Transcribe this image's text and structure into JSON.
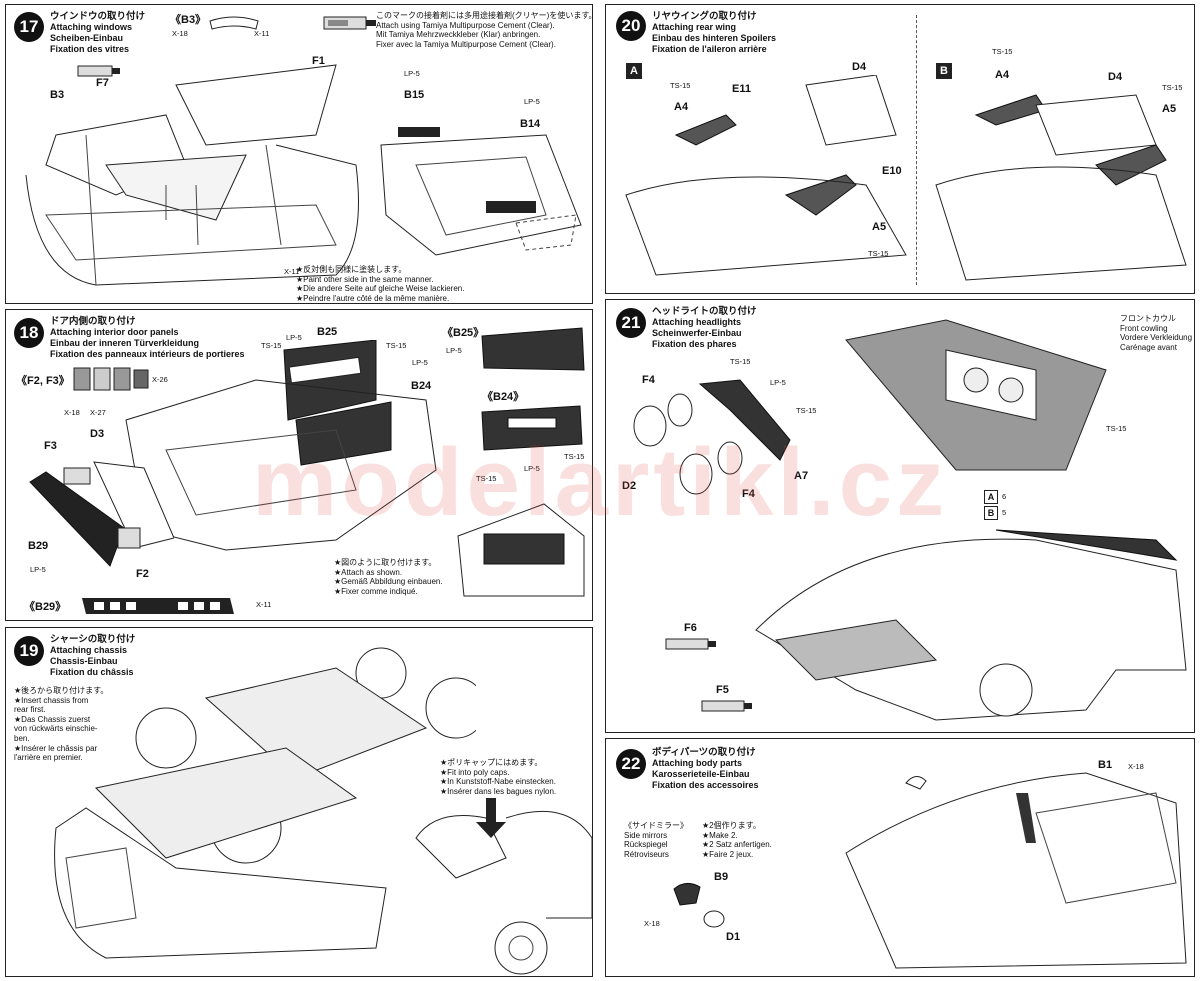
{
  "steps": {
    "s17": {
      "num": "17",
      "jp": "ウインドウの取り付け",
      "en": "Attaching windows",
      "de": "Scheiben-Einbau",
      "fr": "Fixation des vitres"
    },
    "s18": {
      "num": "18",
      "jp": "ドア内側の取り付け",
      "en": "Attaching interior door panels",
      "de": "Einbau der inneren Türverkleidung",
      "fr": "Fixation des panneaux intérieurs de portieres"
    },
    "s19": {
      "num": "19",
      "jp": "シャーシの取り付け",
      "en": "Attaching chassis",
      "de": "Chassis-Einbau",
      "fr": "Fixation du châssis"
    },
    "s20": {
      "num": "20",
      "jp": "リヤウイングの取り付け",
      "en": "Attaching rear wing",
      "de": "Einbau des hinteren Spoilers",
      "fr": "Fixation de l'aileron arrière"
    },
    "s21": {
      "num": "21",
      "jp": "ヘッドライトの取り付け",
      "en": "Attaching headlights",
      "de": "Scheinwerfer-Einbau",
      "fr": "Fixation des phares"
    },
    "s22": {
      "num": "22",
      "jp": "ボディパーツの取り付け",
      "en": "Attaching body parts",
      "de": "Karosserieteile-Einbau",
      "fr": "Fixation des accessoires"
    }
  },
  "s17": {
    "b3_title": "《B3》",
    "x18": "X-18",
    "x11": "X-11",
    "cement": [
      "このマークの接着剤には多用途接着剤(クリヤー)を使います。",
      "Attach using Tamiya Multipurpose Cement (Clear).",
      "Mit Tamiya Mehrzweckkleber (Klar) anbringen.",
      "Fixer avec la Tamiya Multipurpose Cement (Clear)."
    ],
    "f1": "F1",
    "f7": "F7",
    "b3": "B3",
    "lp5a": "LP-5",
    "b15": "B15",
    "lp5b": "LP-5",
    "b14": "B14",
    "x11b": "X-11",
    "paint": [
      "★反対側も同様に塗装します。",
      "★Paint other side in the same manner.",
      "★Die andere Seite auf gleiche Weise lackieren.",
      "★Peindre l'autre côté de la même manière."
    ]
  },
  "s18": {
    "f2f3": "《F2, F3》",
    "x26": "X-26",
    "x18": "X-18",
    "x27": "X-27",
    "ts15a": "TS-15",
    "lp5a": "LP-5",
    "b25": "B25",
    "ts15b": "TS-15",
    "lp5b": "LP-5",
    "b24": "B24",
    "b25_title": "《B25》",
    "lp5c": "LP-5",
    "b24_title": "《B24》",
    "ts15c": "TS-15",
    "lp5d": "LP-5",
    "ts15d": "TS-15",
    "f3": "F3",
    "d3": "D3",
    "b29": "B29",
    "lp5e": "LP-5",
    "f2": "F2",
    "attach": [
      "★図のように取り付けます。",
      "★Attach as shown.",
      "★Gemäß Abbildung einbauen.",
      "★Fixer comme indiqué."
    ],
    "b29_title": "《B29》",
    "x11": "X-11"
  },
  "s19": {
    "rear": [
      "★後ろから取り付けます。",
      "★Insert chassis from",
      "rear first.",
      "★Das Chassis zuerst",
      "von rückwärts einschie-",
      "ben.",
      "★Insérer le châssis par",
      "l'arrière en premier."
    ],
    "poly": [
      "★ポリキャップにはめます。",
      "★Fit into poly caps.",
      "★In Kunststoff-Nabe einstecken.",
      "★Insérer dans les bagues nylon."
    ]
  },
  "s20": {
    "boxA": "A",
    "boxB": "B",
    "ts15a": "TS-15",
    "a4": "A4",
    "e11": "E11",
    "d4": "D4",
    "e10": "E10",
    "a5": "A5",
    "ts15b": "TS-15",
    "ts15c": "TS-15",
    "a4b": "A4",
    "d4b": "D4",
    "ts15d": "TS-15",
    "a5b": "A5"
  },
  "s21": {
    "f4a": "F4",
    "ts15a": "TS-15",
    "lp5": "LP-5",
    "ts15b": "TS-15",
    "d2": "D2",
    "f4b": "F4",
    "a7": "A7",
    "cowl": [
      "フロントカウル",
      "Front cowling",
      "Vordere Verkleidung",
      "Carénage avant"
    ],
    "ts15c": "TS-15",
    "boxA": "A",
    "a6": "6",
    "boxB": "B",
    "b5": "5",
    "f6": "F6",
    "f5": "F5"
  },
  "s22": {
    "b1": "B1",
    "x18": "X-18",
    "mirror": [
      "《サイドミラー》",
      "Side mirrors",
      "Rückspiegel",
      "Rétroviseurs"
    ],
    "make2": [
      "★2個作ります。",
      "★Make 2.",
      "★2 Satz anfertigen.",
      "★Faire 2 jeux."
    ],
    "b9": "B9",
    "x18b": "X-18",
    "d1": "D1"
  },
  "watermark": "modelartikl.cz"
}
